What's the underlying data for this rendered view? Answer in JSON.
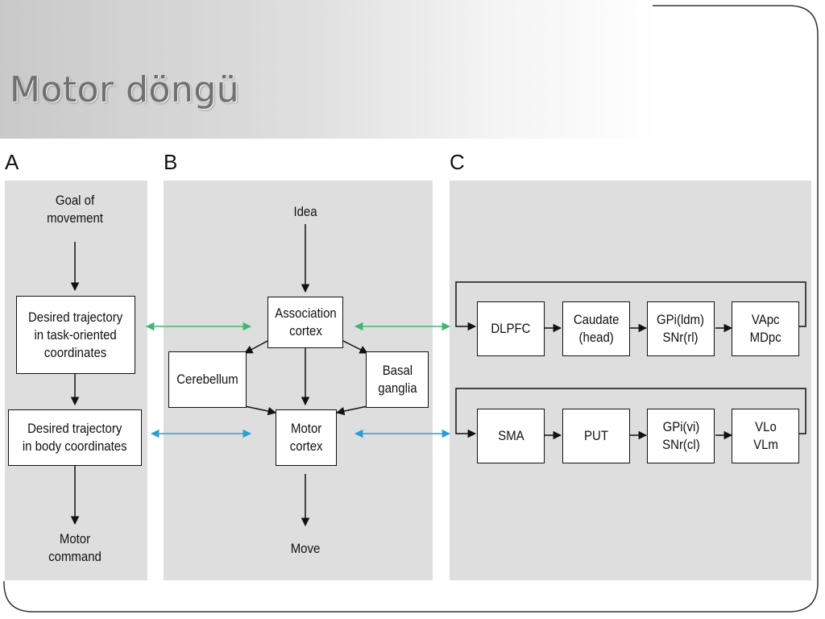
{
  "slide": {
    "title": "Motor döngü"
  },
  "panels": {
    "a": {
      "label": "A"
    },
    "b": {
      "label": "B"
    },
    "c": {
      "label": "C"
    }
  },
  "panel_a": {
    "goal": "Goal of\nmovement",
    "task_trajectory": "Desired trajectory\nin task-oriented\ncoordinates",
    "body_trajectory": "Desired trajectory\nin body coordinates",
    "motor_command": "Motor\ncommand"
  },
  "panel_b": {
    "idea": "Idea",
    "association_cortex": "Association\ncortex",
    "cerebellum": "Cerebellum",
    "basal_ganglia": "Basal\nganglia",
    "motor_cortex": "Motor\ncortex",
    "move": "Move"
  },
  "panel_c": {
    "loop1": [
      "DLPFC",
      "Caudate\n(head)",
      "GPi(ldm)\nSNr(rl)",
      "VApc\nMDpc"
    ],
    "loop2": [
      "SMA",
      "PUT",
      "GPi(vi)\nSNr(cl)",
      "VLo\nVLm"
    ]
  },
  "colors": {
    "panel_bg": "#dedede",
    "green_arrow": "#3cb96e",
    "blue_arrow": "#2a9fd6",
    "title_text": "#707070"
  }
}
